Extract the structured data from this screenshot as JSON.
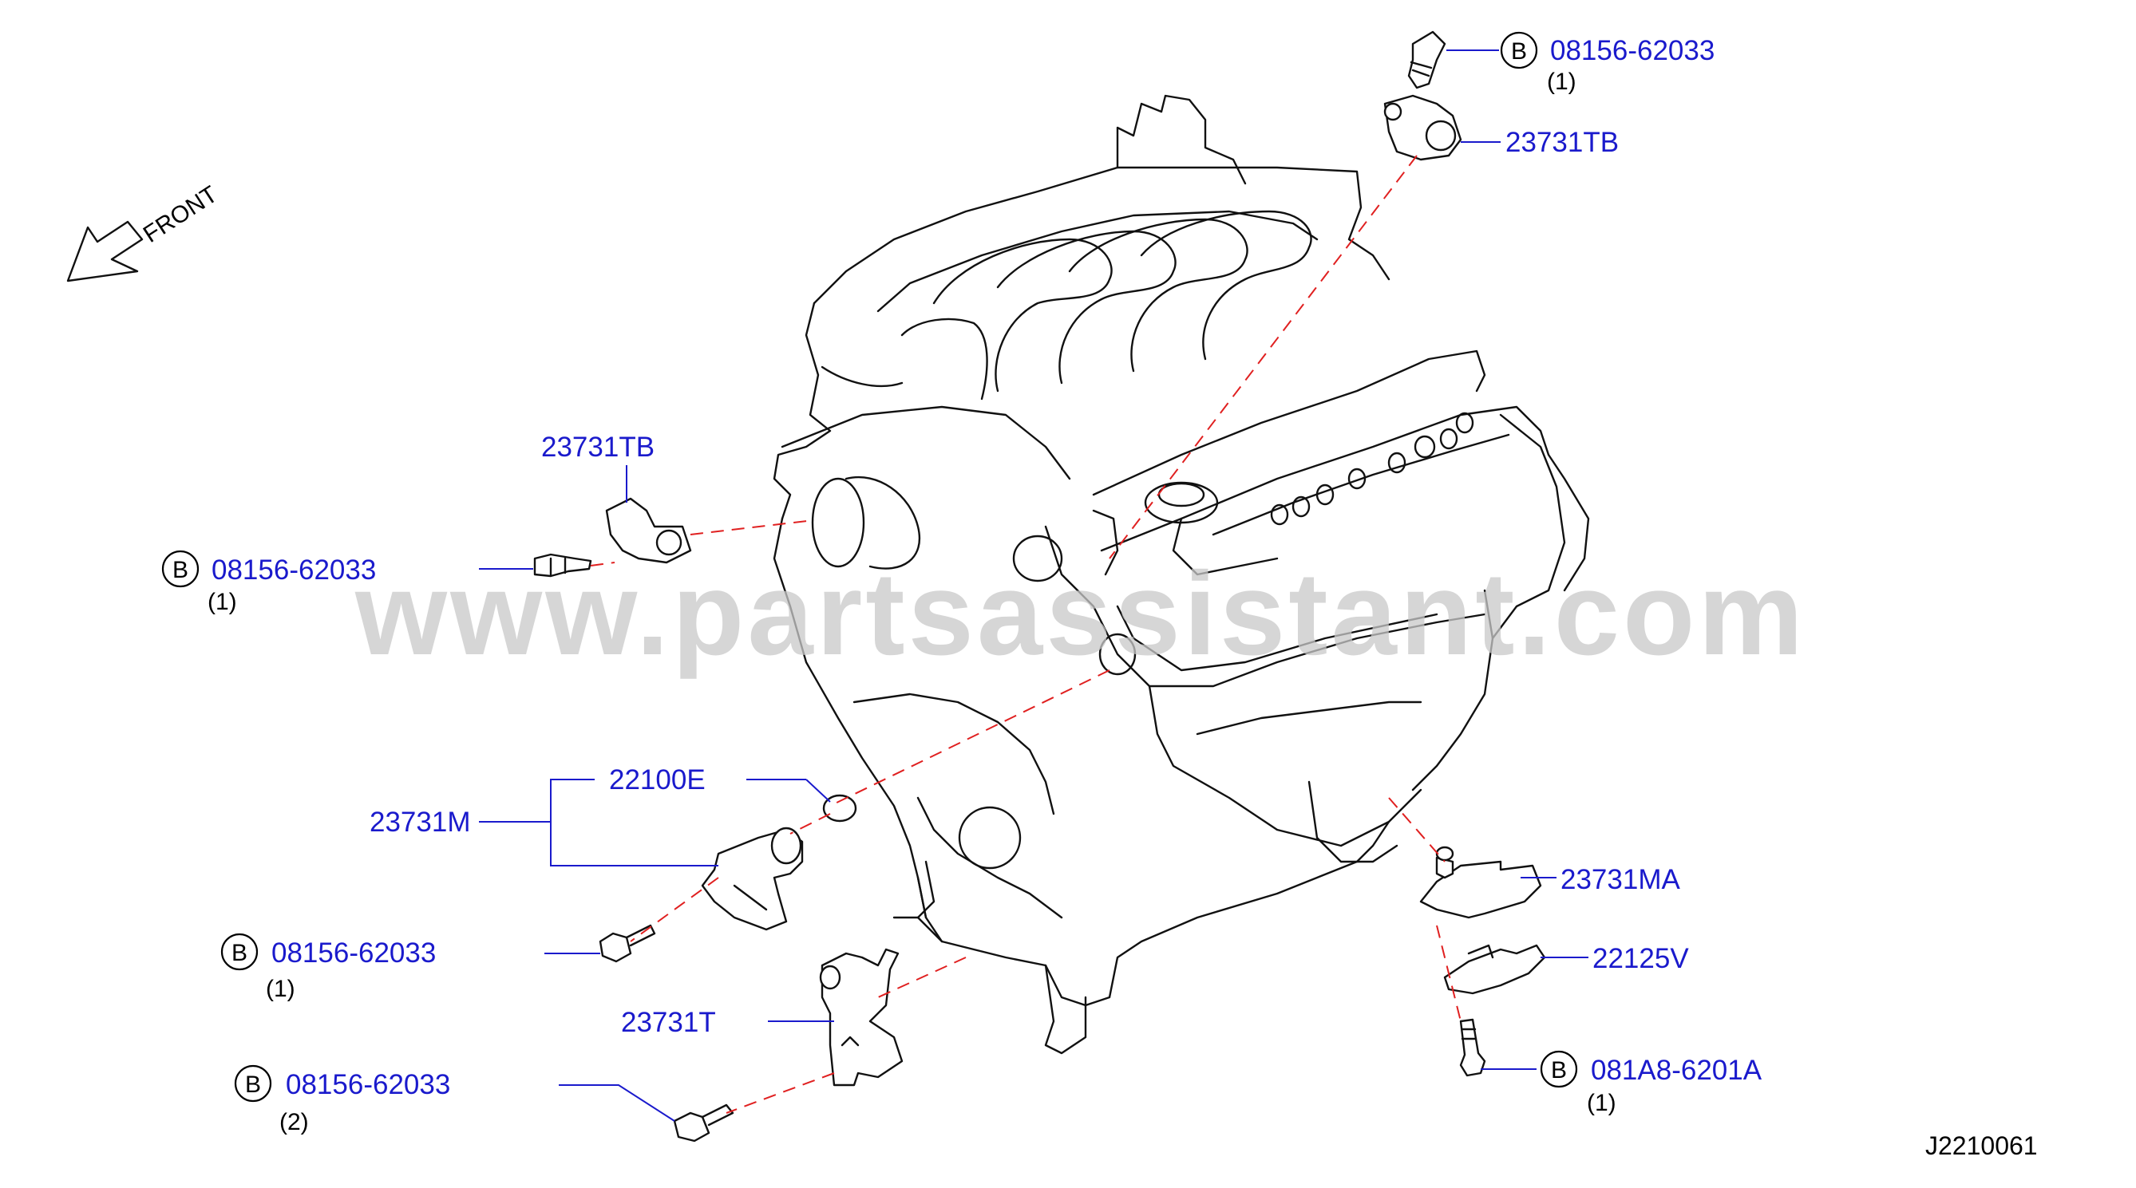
{
  "diagram": {
    "code": "J2210061",
    "watermark": "www.partsassistant.com",
    "front_label": "FRONT",
    "bolt_badge": "B",
    "callouts": [
      {
        "id": "top_bolt",
        "badge": "B",
        "part": "08156-62033",
        "qty": "(1)"
      },
      {
        "id": "top_sensor",
        "part": "23731TB"
      },
      {
        "id": "left_sensor",
        "part": "23731TB"
      },
      {
        "id": "left_bolt",
        "badge": "B",
        "part": "08156-62033",
        "qty": "(1)"
      },
      {
        "id": "oring",
        "part": "22100E"
      },
      {
        "id": "group",
        "part": "23731M"
      },
      {
        "id": "mid_bolt",
        "badge": "B",
        "part": "08156-62033",
        "qty": "(1)"
      },
      {
        "id": "crank_sensor",
        "part": "23731T"
      },
      {
        "id": "low_bolt",
        "badge": "B",
        "part": "08156-62033",
        "qty": "(2)"
      },
      {
        "id": "right_sensor",
        "part": "23731MA"
      },
      {
        "id": "right_bracket",
        "part": "22125V"
      },
      {
        "id": "right_bolt",
        "badge": "B",
        "part": "081A8-6201A",
        "qty": "(1)"
      }
    ]
  },
  "colors": {
    "part_number": "#1a1acc",
    "leader": "#1a1acc",
    "dash_line": "#e02020",
    "outline": "#111111",
    "watermark": "#c9c9c9"
  }
}
